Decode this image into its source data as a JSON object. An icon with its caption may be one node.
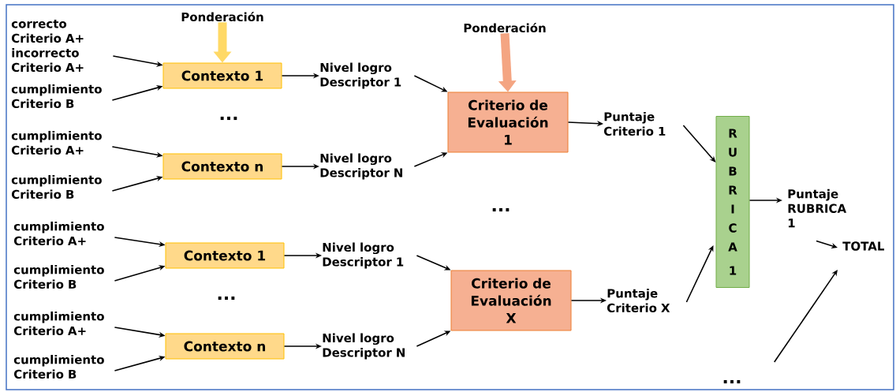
{
  "diagram": {
    "nodes": [
      {
        "text": [
          "correcto Criterio A+ incorrecto Criterio A+"
        ]
      },
      {
        "text": [
          "Ponderación"
        ]
      },
      {
        "text": [
          "Contexto 1"
        ]
      },
      {
        "text": [
          "cumplimiento Criterio B"
        ]
      },
      {
        "text": [
          "Nivel logro Descriptor 1"
        ]
      },
      {
        "text": [
          "Ponderación"
        ]
      },
      {
        "text": [
          "Criterio de Evaluación 1"
        ]
      },
      {
        "text": [
          "cumplimiento Criterio A+"
        ]
      },
      {
        "text": [
          "Contexto n"
        ]
      },
      {
        "text": [
          "cumplimiento Criterio B"
        ]
      },
      {
        "text": [
          "Nivel logro Descriptor N"
        ]
      },
      {
        "text": [
          "Puntaje Criterio 1"
        ]
      },
      {
        "text": [
          "R U B R I C A",
          "1"
        ]
      },
      {
        "text": [
          "Puntaje RUBRICA 1"
        ]
      },
      {
        "text": [
          "TOTAL"
        ]
      },
      {
        "text": [
          "cumplimiento Criterio A+"
        ]
      },
      {
        "text": [
          "Contexto 1"
        ]
      },
      {
        "text": [
          "cumplimiento Criterio B"
        ]
      },
      {
        "text": [
          "Nivel logro Descriptor 1"
        ]
      },
      {
        "text": [
          "Criterio de Evaluación X"
        ]
      },
      {
        "text": [
          "Puntaje Criterio X"
        ]
      },
      {
        "text": [
          "cumplimiento Criterio A+"
        ]
      },
      {
        "text": [
          "Contexto n"
        ]
      },
      {
        "text": [
          "cumplimiento Criterio B"
        ]
      },
      {
        "text": [
          "Nivel logro Descriptor N"
        ]
      },
      {
        "text": [
          "..."
        ]
      }
    ],
    "edges": [
      {
        "from": 0,
        "to": 2,
        "arrow": "to"
      },
      {
        "from": 1,
        "to": 2,
        "arrow": "to",
        "style": "thick",
        "color": "#ffd966"
      },
      {
        "from": 3,
        "to": 2,
        "arrow": "to"
      },
      {
        "from": 2,
        "to": 4,
        "arrow": "to"
      },
      {
        "from": 7,
        "to": 8,
        "arrow": "to"
      },
      {
        "from": 9,
        "to": 8,
        "arrow": "to"
      },
      {
        "from": 8,
        "to": 10,
        "arrow": "to"
      },
      {
        "from": 4,
        "to": 6,
        "arrow": "to"
      },
      {
        "from": 10,
        "to": 6,
        "arrow": "to"
      },
      {
        "from": 5,
        "to": 6,
        "arrow": "to",
        "style": "thick",
        "color": "#f4a582"
      },
      {
        "from": 6,
        "to": 11,
        "arrow": "to"
      },
      {
        "from": 11,
        "to": 12,
        "arrow": "to"
      },
      {
        "from": 15,
        "to": 16,
        "arrow": "to"
      },
      {
        "from": 17,
        "to": 16,
        "arrow": "to"
      },
      {
        "from": 16,
        "to": 18,
        "arrow": "to"
      },
      {
        "from": 21,
        "to": 22,
        "arrow": "to"
      },
      {
        "from": 23,
        "to": 22,
        "arrow": "to"
      },
      {
        "from": 22,
        "to": 24,
        "arrow": "to"
      },
      {
        "from": 18,
        "to": 19,
        "arrow": "to"
      },
      {
        "from": 24,
        "to": 19,
        "arrow": "to"
      },
      {
        "from": 19,
        "to": 20,
        "arrow": "to"
      },
      {
        "from": 20,
        "to": 12,
        "arrow": "to"
      },
      {
        "from": 12,
        "to": 13,
        "arrow": "to"
      },
      {
        "from": 13,
        "to": 14,
        "arrow": "to"
      },
      {
        "from": 25,
        "to": 14,
        "arrow": "to"
      }
    ],
    "labels": [
      "...",
      "...",
      "..."
    ]
  }
}
